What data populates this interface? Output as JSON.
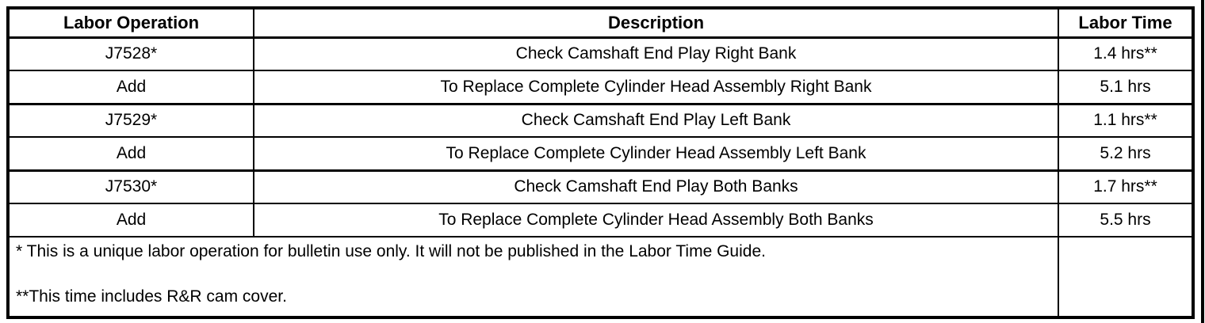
{
  "colors": {
    "border": "#000000",
    "background": "#ffffff",
    "text": "#000000"
  },
  "table": {
    "columns": [
      {
        "label": "Labor Operation"
      },
      {
        "label": "Description"
      },
      {
        "label": "Labor Time"
      }
    ],
    "rows": [
      {
        "operation": "J7528*",
        "description": "Check Camshaft End Play Right Bank",
        "time": "1.4 hrs**"
      },
      {
        "operation": "Add",
        "description": "To Replace Complete Cylinder Head Assembly Right Bank",
        "time": "5.1 hrs"
      },
      {
        "operation": "J7529*",
        "description": "Check Camshaft End Play Left Bank",
        "time": "1.1 hrs**"
      },
      {
        "operation": "Add",
        "description": "To Replace Complete Cylinder Head Assembly Left Bank",
        "time": "5.2 hrs"
      },
      {
        "operation": "J7530*",
        "description": "Check Camshaft End Play Both Banks",
        "time": "1.7 hrs**"
      },
      {
        "operation": "Add",
        "description": "To Replace Complete Cylinder Head Assembly Both Banks",
        "time": "5.5 hrs"
      }
    ],
    "footnotes": [
      "* This is a unique labor operation for bulletin use only. It will not be published in the Labor Time Guide.",
      "**This time includes R&R cam cover."
    ]
  }
}
